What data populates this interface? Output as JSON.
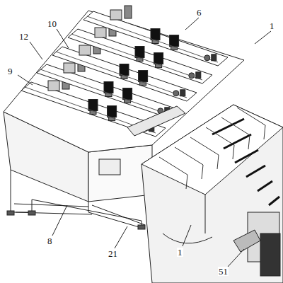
{
  "diagram": {
    "labels": [
      "1",
      "6",
      "10",
      "12",
      "9",
      "8",
      "21",
      "1",
      "51"
    ]
  }
}
